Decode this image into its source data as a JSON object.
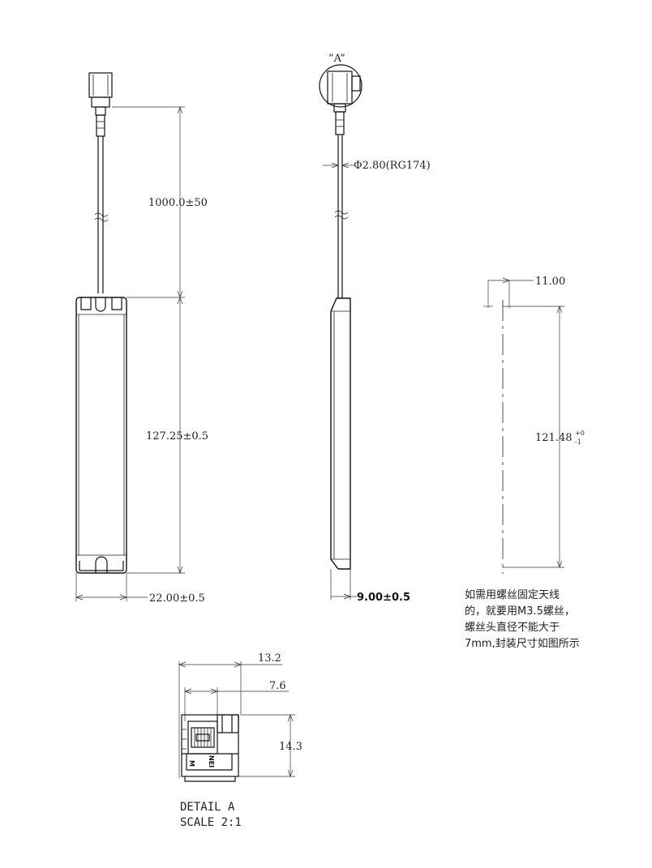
{
  "dimensions": {
    "cable_length": "1000.0±50",
    "body_length": "127.25±0.5",
    "body_width": "22.00±0.5",
    "cable_diameter": "Φ2.80(RG174)",
    "body_thickness": "9.00±0.5",
    "hole_offset": "11.00",
    "hole_spacing_main": "121.48",
    "hole_spacing_sup": "+0",
    "hole_spacing_sub": "-1",
    "detail_width_outer": "13.2",
    "detail_width_inner": "7.6",
    "detail_height": "14.3"
  },
  "detail_marker": "”A”",
  "note_lines": [
    "如需用螺丝固定天线",
    "的，就要用M3.5螺丝，",
    "螺丝头直径不能大于",
    "7mm,封装尺寸如图所示"
  ],
  "detail_caption": {
    "line1": "DETAIL A",
    "line2": "SCALE 2:1"
  },
  "connector_marks": {
    "mark1": "M",
    "mark2": "NEI"
  }
}
